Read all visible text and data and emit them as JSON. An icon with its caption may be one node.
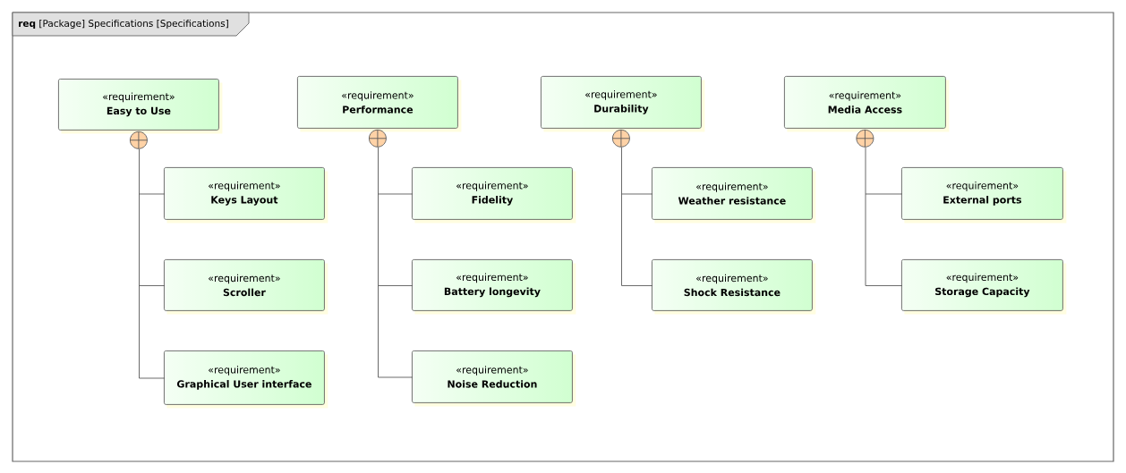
{
  "diagram": {
    "nodes": [
      {
        "text": [
          "**req** [Package] Specifications [Specifications]"
        ]
      },
      {
        "text": [
          "«requirement»",
          "Easy to Use"
        ],
        "in": 0
      },
      {
        "text": [
          "«requirement»",
          "Performance"
        ],
        "in": 0
      },
      {
        "text": [
          "«requirement»",
          "Durability"
        ],
        "in": 0
      },
      {
        "text": [
          "«requirement»",
          "Media Access"
        ],
        "in": 0
      },
      {
        "text": [
          "«requirement»",
          "Keys Layout"
        ],
        "in": 0
      },
      {
        "text": [
          "«requirement»",
          "Fidelity"
        ],
        "in": 0
      },
      {
        "text": [
          "«requirement»",
          "Weather resistance"
        ],
        "in": 0
      },
      {
        "text": [
          "«requirement»",
          "External ports"
        ],
        "in": 0
      },
      {
        "text": [
          "«requirement»",
          "Scroller"
        ],
        "in": 0
      },
      {
        "text": [
          "«requirement»",
          "Battery longevity"
        ],
        "in": 0
      },
      {
        "text": [
          "«requirement»",
          "Shock Resistance"
        ],
        "in": 0
      },
      {
        "text": [
          "«requirement»",
          "Storage Capacity"
        ],
        "in": 0
      },
      {
        "text": [
          "«requirement»",
          "Graphical User interface"
        ],
        "in": 0
      },
      {
        "text": [
          "«requirement»",
          "Noise Reduction"
        ],
        "in": 0
      }
    ],
    "edges": [
      {
        "from": 1,
        "to": 5,
        "arrow": "other"
      },
      {
        "from": 1,
        "to": 9,
        "arrow": "other"
      },
      {
        "from": 1,
        "to": 13,
        "arrow": "other"
      },
      {
        "from": 2,
        "to": 6,
        "arrow": "other"
      },
      {
        "from": 2,
        "to": 10,
        "arrow": "other"
      },
      {
        "from": 2,
        "to": 14,
        "arrow": "other"
      },
      {
        "from": 3,
        "to": 7,
        "arrow": "other"
      },
      {
        "from": 3,
        "to": 11,
        "arrow": "other"
      },
      {
        "from": 4,
        "to": 8,
        "arrow": "other"
      },
      {
        "from": 4,
        "to": 12,
        "arrow": "other"
      }
    ]
  }
}
